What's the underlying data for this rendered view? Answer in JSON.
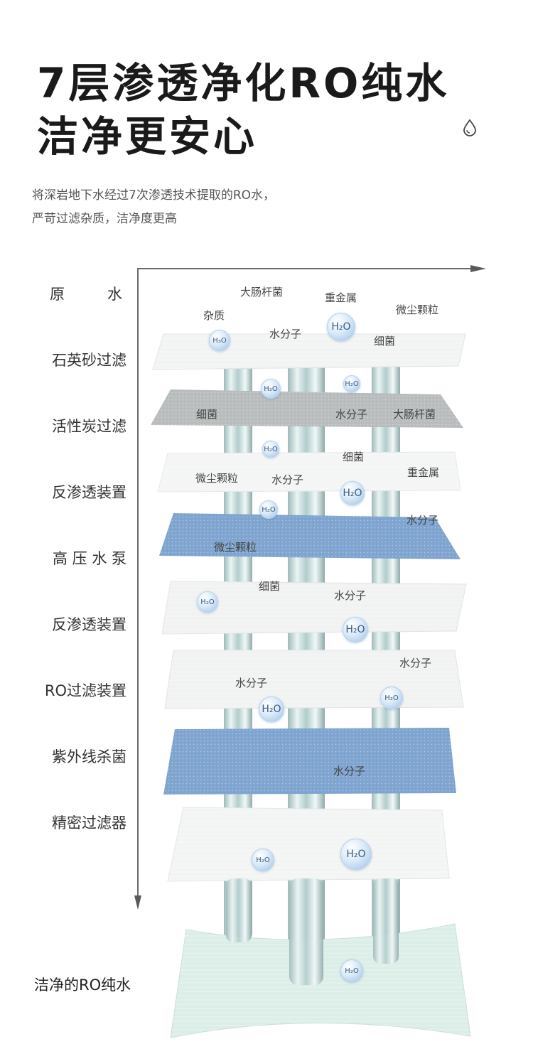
{
  "header": {
    "title_line1": "7层渗透净化RO纯水",
    "title_line2": "洁净更安心",
    "subtitle_line1": "将深岩地下水经过7次渗透技术提取的RO水，",
    "subtitle_line2": "严苛过滤杂质，洁净度更高"
  },
  "stages": [
    {
      "label": "原　　水"
    },
    {
      "label": "石英砂过滤"
    },
    {
      "label": "活性炭过滤"
    },
    {
      "label": "反渗透装置"
    },
    {
      "label": "高 压 水 泵"
    },
    {
      "label": "反渗透装置"
    },
    {
      "label": "RO过滤装置"
    },
    {
      "label": "紫外线杀菌"
    },
    {
      "label": "精密过滤器"
    }
  ],
  "final_label": "洁净的RO纯水",
  "annotations": [
    {
      "text": "大肠杆菌"
    },
    {
      "text": "重金属"
    },
    {
      "text": "微尘颗粒"
    },
    {
      "text": "杂质"
    },
    {
      "text": "水分子"
    },
    {
      "text": "细菌"
    },
    {
      "text": "细菌"
    },
    {
      "text": "水分子"
    },
    {
      "text": "大肠杆菌"
    },
    {
      "text": "细菌"
    },
    {
      "text": "重金属"
    },
    {
      "text": "微尘颗粒"
    },
    {
      "text": "水分子"
    },
    {
      "text": "水分子"
    },
    {
      "text": "微尘颗粒"
    },
    {
      "text": "细菌"
    },
    {
      "text": "水分子"
    },
    {
      "text": "水分子"
    },
    {
      "text": "水分子"
    },
    {
      "text": "水分子"
    }
  ],
  "molecule_label": "H₂O",
  "molecule_label_alt": "H₃O",
  "colors": {
    "membrane_white": "#f2f3f3",
    "membrane_gray": "#b9bcbc",
    "membrane_blue": "#7fa4cf",
    "membrane_final": "#dceee8",
    "water": "#c9dcdc",
    "molecule": "#9fc1e6"
  }
}
